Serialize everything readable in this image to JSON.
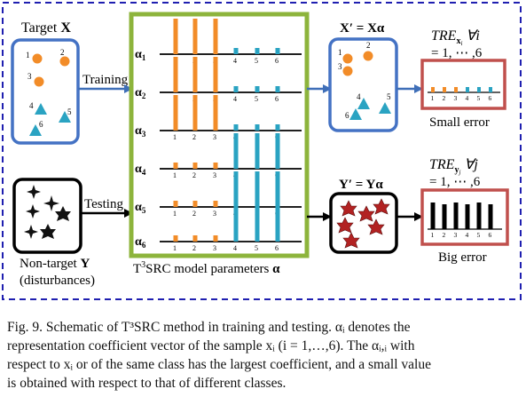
{
  "diagram": {
    "target_title_prefix": "Target ",
    "target_title_var": "X",
    "training_label": "Training",
    "testing_label": "Testing",
    "nontarget_title_prefix": "Non-target ",
    "nontarget_title_var": "Y",
    "disturbances_label": "(disturbances)",
    "model_label_prefix": "T",
    "model_label_sup": "3",
    "model_label_rest": "SRC model parameters ",
    "model_label_var": "α",
    "alpha_symbol": "α",
    "alpha_rows": [
      "1",
      "2",
      "3",
      "4",
      "5",
      "6"
    ],
    "bar_ticks": [
      "1",
      "2",
      "3",
      "4",
      "5",
      "6"
    ],
    "xprime_label": "X′ = Xα",
    "yprime_label": "Y′ = Yα",
    "tre_top_title": "TRE",
    "tre_top_sub": "x",
    "tre_top_subsub": "i",
    "tre_top_forall": " ∀i",
    "tre_top_range": "= 1, ⋯ ,6",
    "tre_bottom_title": "TRE",
    "tre_bottom_sub": "y",
    "tre_bottom_subsub": "j",
    "tre_bottom_forall": " ∀j",
    "tre_bottom_range": "= 1, ⋯ ,6",
    "small_error": "Small error",
    "big_error": "Big error",
    "target_point_labels": [
      "1",
      "2",
      "3",
      "4",
      "5",
      "6"
    ],
    "colors": {
      "orange": "#F28C28",
      "teal": "#2AA3C2",
      "blue_box": "#4472C4",
      "green_box": "#8DB43C",
      "red_box": "#C0504D",
      "dashed_border": "#1F1FB0",
      "arrow": "#3F6FB8",
      "dark_red": "#B22222"
    }
  },
  "caption": {
    "line1": "Fig. 9.   Schematic of T³SRC method in training and testing. αᵢ denotes the",
    "line2": "representation coefficient vector of the sample xᵢ (i = 1,…,6). The αᵢ,ᵢ with",
    "line3": "respect to xᵢ or of the same class has the largest coefficient, and a small value",
    "line4": "is obtained with respect to that of different classes."
  }
}
